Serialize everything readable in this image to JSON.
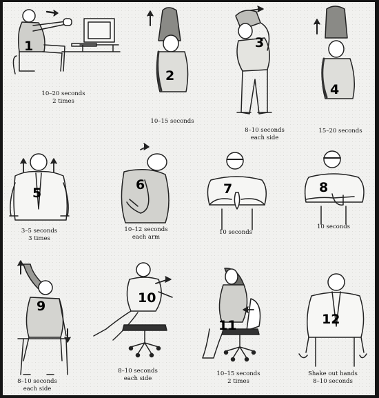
{
  "image": {
    "content": "Illustrated stretching exercises chart"
  },
  "exercises": [
    {
      "number": "1",
      "lines": [
        "10–20 seconds",
        "2 times"
      ],
      "icon": "seated-arms-forward-stretch"
    },
    {
      "number": "2",
      "lines": [
        "10–15 seconds"
      ],
      "icon": "standing-arms-overhead-stretch"
    },
    {
      "number": "3",
      "lines": [
        "8–10 seconds",
        "each side"
      ],
      "icon": "standing-side-bend-stretch"
    },
    {
      "number": "4",
      "lines": [
        "15–20 seconds"
      ],
      "icon": "standing-overhead-reach-stretch"
    },
    {
      "number": "5",
      "lines": [
        "3–5 seconds",
        "3 times"
      ],
      "icon": "shoulder-shrug"
    },
    {
      "number": "6",
      "lines": [
        "10–12 seconds",
        "each arm"
      ],
      "icon": "head-tilt-arm-pull"
    },
    {
      "number": "7",
      "lines": [
        "10 seconds"
      ],
      "icon": "wrist-stretch-palms-together"
    },
    {
      "number": "8",
      "lines": [
        "10 seconds"
      ],
      "icon": "finger-pull-stretch"
    },
    {
      "number": "9",
      "lines": [
        "8–10 seconds",
        "each side"
      ],
      "icon": "seated-overhead-side-reach"
    },
    {
      "number": "10",
      "lines": [
        "8–10 seconds",
        "each side"
      ],
      "icon": "seated-torso-twist"
    },
    {
      "number": "11",
      "lines": [
        "10–15 seconds",
        "2 times"
      ],
      "icon": "seated-back-arch"
    },
    {
      "number": "12",
      "lines": [
        "Shake out hands",
        "8–10 seconds"
      ],
      "icon": "shake-out-hands"
    }
  ]
}
